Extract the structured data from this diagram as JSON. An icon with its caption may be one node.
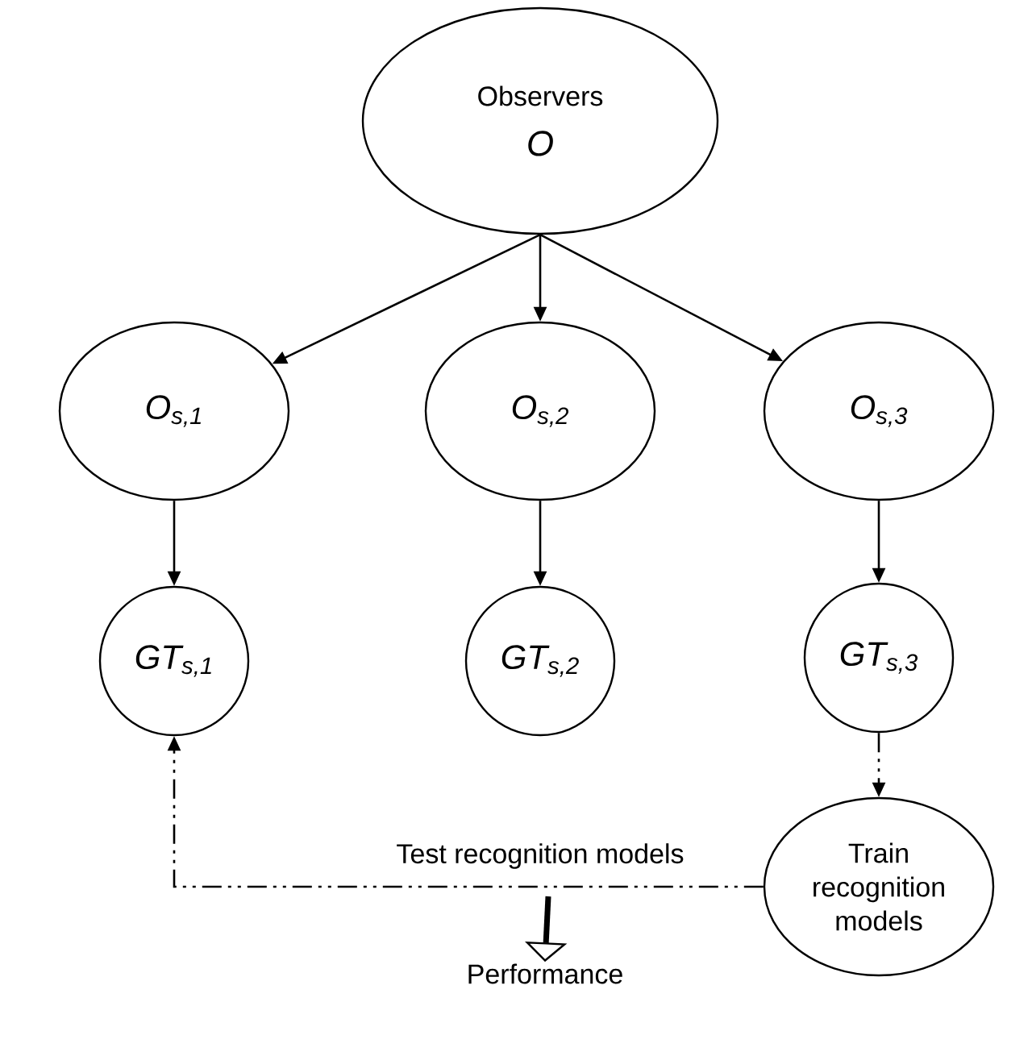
{
  "diagram": {
    "nodes": [
      {
        "text": [
          "Observers",
          "O"
        ]
      },
      {
        "text": [
          "O$_{s,1}$"
        ]
      },
      {
        "text": [
          "O$_{s,2}$"
        ]
      },
      {
        "text": [
          "O$_{s,3}$"
        ]
      },
      {
        "text": [
          "GT$_{s,1}$"
        ]
      },
      {
        "text": [
          "GT$_{s,2}$"
        ]
      },
      {
        "text": [
          "GT$_{s,3}$"
        ]
      },
      {
        "text": [
          "Train recognition models"
        ]
      },
      {
        "text": [
          "Performance"
        ]
      }
    ],
    "edges": [
      {
        "from": 0,
        "to": 1,
        "arrow": "to"
      },
      {
        "from": 0,
        "to": 2,
        "arrow": "to"
      },
      {
        "from": 0,
        "to": 3,
        "arrow": "to"
      },
      {
        "from": 1,
        "to": 4,
        "arrow": "to"
      },
      {
        "from": 2,
        "to": 5,
        "arrow": "to"
      },
      {
        "from": 3,
        "to": 6,
        "arrow": "to"
      },
      {
        "from": 6,
        "to": 7,
        "arrow": "to",
        "style": "dashed"
      },
      {
        "from": 7,
        "to": 4,
        "arrow": "to",
        "style": "dashed",
        "label": "Test recognition models"
      },
      {
        "from": null,
        "to": 8,
        "arrow": "to",
        "style": "thick"
      }
    ]
  }
}
